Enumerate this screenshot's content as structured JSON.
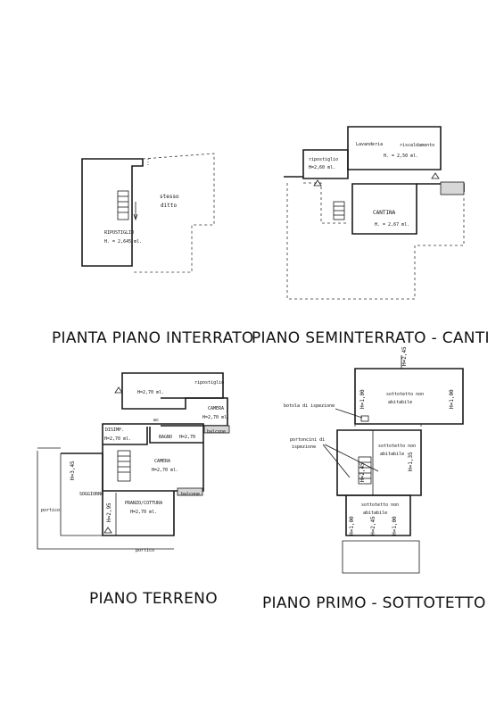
{
  "interrato": {
    "caption": "PIANTA PIANO INTERRATO",
    "stesso": "stesso",
    "ditto": "ditto",
    "ripostiglio": "RIPOSTIGLIO",
    "h": "H. = 2,645 ml."
  },
  "seminterrato": {
    "caption": "PIANO SEMINTERRATO - CANTI",
    "lavanderia": "Lavanderia",
    "riscaldamento": "riscaldamento",
    "h_lav": "H. = 2,50 ml.",
    "ripostiglio": "ripostiglio",
    "h_rip": "H=2,60 ml.",
    "cantina": "CANTINA",
    "h_cant": "H. = 2,67 ml."
  },
  "terreno": {
    "caption": "PIANO TERRENO",
    "ripostiglio": "ripostiglio",
    "h_rip": "H=2,70 ml.",
    "camera1": "CAMERA",
    "h_cam1": "H=2,70 ml.",
    "wc": "wc",
    "disimp": "DISIMP.",
    "h_disimp": "H=2,70 ml.",
    "bagno": "BAGNO",
    "h_bagno": "H=2,70",
    "balcone1": "balcone",
    "camera2": "CAMERA",
    "h_cam2": "H=2,70 ml.",
    "soggiorno": "SOGGIORNO",
    "h_sogg": "H=3,45",
    "pranzo": "PRANZO/COTTURA",
    "h_pranzo": "H=2,70 ml.",
    "h_vert": "H=2,95",
    "balcone2": "balcone",
    "portico1": "portico",
    "portico2": "portico"
  },
  "primo": {
    "caption": "PIANO PRIMO - SOTTOTETTO",
    "h_top": "H=2,45",
    "botola": "botola di ispezione",
    "sott1a": "sottotetto non",
    "sott1b": "abitabile",
    "h_right1": "H=1,00",
    "h_left1": "H=1,00",
    "portoncini1": "portoncini di",
    "portoncini2": "ispezione",
    "sott2a": "sottotetto non",
    "sott2b": "abitabile",
    "h_mid": "H=2,45",
    "h_right2": "H=1,35",
    "sott3a": "sottotetto non",
    "sott3b": "abitabile",
    "h_b1": "H=1,00",
    "h_b2": "H=2,45",
    "h_b3": "H=1,00"
  }
}
